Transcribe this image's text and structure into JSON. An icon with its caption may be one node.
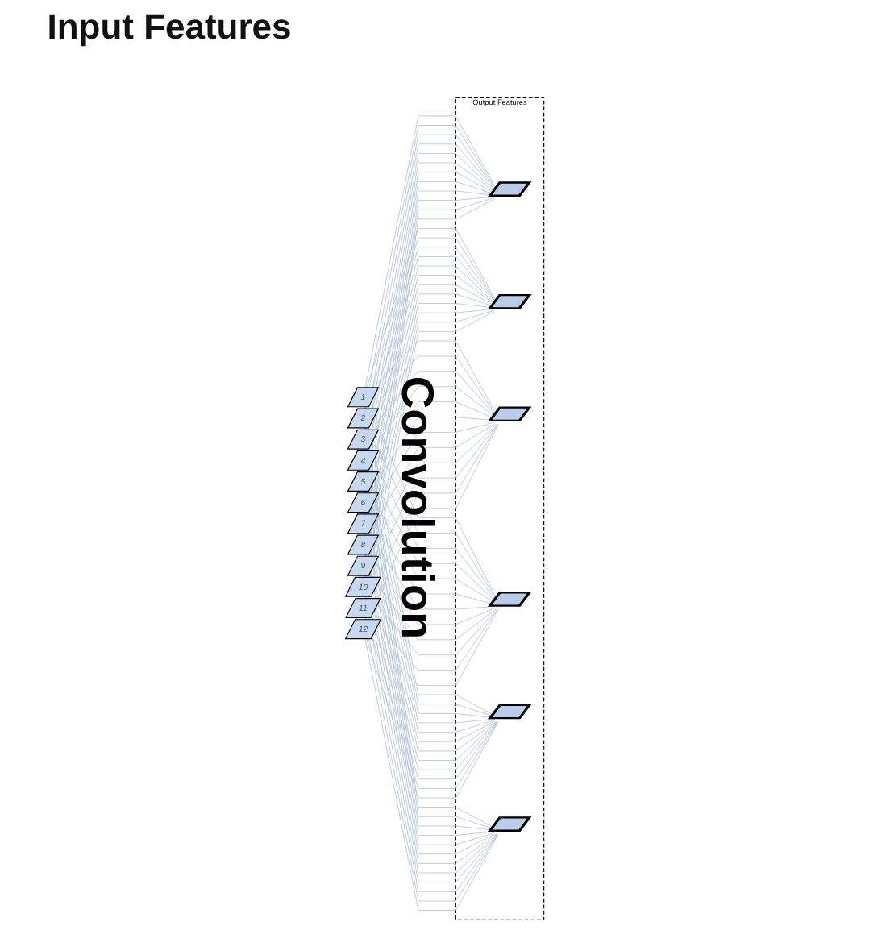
{
  "diagram": {
    "nodes": [
      {
        "text": [
          "1"
        ]
      },
      {
        "text": [
          "2"
        ]
      },
      {
        "text": [
          "3"
        ]
      },
      {
        "text": [
          "4"
        ]
      },
      {
        "text": [
          "5"
        ]
      },
      {
        "text": [
          "6"
        ]
      },
      {
        "text": [
          "7"
        ]
      },
      {
        "text": [
          "8"
        ]
      },
      {
        "text": [
          "9"
        ]
      },
      {
        "text": [
          "10"
        ]
      },
      {
        "text": [
          "11"
        ]
      },
      {
        "text": [
          "12"
        ]
      },
      {
        "text": [
          "Output Features"
        ]
      },
      {
        "text": [],
        "shape": "parallelogram",
        "in": 12
      },
      {
        "text": [],
        "shape": "parallelogram",
        "in": 12
      },
      {
        "text": [],
        "shape": "parallelogram",
        "in": 12
      },
      {
        "text": [],
        "shape": "parallelogram",
        "in": 12
      },
      {
        "text": [],
        "shape": "parallelogram",
        "in": 12
      },
      {
        "text": [],
        "shape": "parallelogram",
        "in": 12
      }
    ],
    "edges": [
      {
        "from": 0,
        "to": 13,
        "arrow": "none"
      },
      {
        "from": 0,
        "to": 14,
        "arrow": "none"
      },
      {
        "from": 0,
        "to": 15,
        "arrow": "none"
      },
      {
        "from": 0,
        "to": 16,
        "arrow": "none"
      },
      {
        "from": 0,
        "to": 17,
        "arrow": "none"
      },
      {
        "from": 0,
        "to": 18,
        "arrow": "none"
      },
      {
        "from": 1,
        "to": 13,
        "arrow": "none"
      },
      {
        "from": 1,
        "to": 14,
        "arrow": "none"
      },
      {
        "from": 1,
        "to": 15,
        "arrow": "none"
      },
      {
        "from": 1,
        "to": 16,
        "arrow": "none"
      },
      {
        "from": 1,
        "to": 17,
        "arrow": "none"
      },
      {
        "from": 1,
        "to": 18,
        "arrow": "none"
      },
      {
        "from": 2,
        "to": 13,
        "arrow": "none"
      },
      {
        "from": 2,
        "to": 14,
        "arrow": "none"
      },
      {
        "from": 2,
        "to": 15,
        "arrow": "none"
      },
      {
        "from": 2,
        "to": 16,
        "arrow": "none"
      },
      {
        "from": 2,
        "to": 17,
        "arrow": "none"
      },
      {
        "from": 2,
        "to": 18,
        "arrow": "none"
      },
      {
        "from": 3,
        "to": 13,
        "arrow": "none"
      },
      {
        "from": 3,
        "to": 14,
        "arrow": "none"
      },
      {
        "from": 3,
        "to": 15,
        "arrow": "none"
      },
      {
        "from": 3,
        "to": 16,
        "arrow": "none"
      },
      {
        "from": 3,
        "to": 17,
        "arrow": "none"
      },
      {
        "from": 3,
        "to": 18,
        "arrow": "none"
      },
      {
        "from": 4,
        "to": 13,
        "arrow": "none"
      },
      {
        "from": 4,
        "to": 14,
        "arrow": "none"
      },
      {
        "from": 4,
        "to": 15,
        "arrow": "none"
      },
      {
        "from": 4,
        "to": 16,
        "arrow": "none"
      },
      {
        "from": 4,
        "to": 17,
        "arrow": "none"
      },
      {
        "from": 4,
        "to": 18,
        "arrow": "none"
      },
      {
        "from": 5,
        "to": 13,
        "arrow": "none"
      },
      {
        "from": 5,
        "to": 14,
        "arrow": "none"
      },
      {
        "from": 5,
        "to": 15,
        "arrow": "none"
      },
      {
        "from": 5,
        "to": 16,
        "arrow": "none"
      },
      {
        "from": 5,
        "to": 17,
        "arrow": "none"
      },
      {
        "from": 5,
        "to": 18,
        "arrow": "none"
      },
      {
        "from": 6,
        "to": 13,
        "arrow": "none"
      },
      {
        "from": 6,
        "to": 14,
        "arrow": "none"
      },
      {
        "from": 6,
        "to": 15,
        "arrow": "none"
      },
      {
        "from": 6,
        "to": 16,
        "arrow": "none"
      },
      {
        "from": 6,
        "to": 17,
        "arrow": "none"
      },
      {
        "from": 6,
        "to": 18,
        "arrow": "none"
      },
      {
        "from": 7,
        "to": 13,
        "arrow": "none"
      },
      {
        "from": 7,
        "to": 14,
        "arrow": "none"
      },
      {
        "from": 7,
        "to": 15,
        "arrow": "none"
      },
      {
        "from": 7,
        "to": 16,
        "arrow": "none"
      },
      {
        "from": 7,
        "to": 17,
        "arrow": "none"
      },
      {
        "from": 7,
        "to": 18,
        "arrow": "none"
      },
      {
        "from": 8,
        "to": 13,
        "arrow": "none"
      },
      {
        "from": 8,
        "to": 14,
        "arrow": "none"
      },
      {
        "from": 8,
        "to": 15,
        "arrow": "none"
      },
      {
        "from": 8,
        "to": 16,
        "arrow": "none"
      },
      {
        "from": 8,
        "to": 17,
        "arrow": "none"
      },
      {
        "from": 8,
        "to": 18,
        "arrow": "none"
      },
      {
        "from": 9,
        "to": 13,
        "arrow": "none"
      },
      {
        "from": 9,
        "to": 14,
        "arrow": "none"
      },
      {
        "from": 9,
        "to": 15,
        "arrow": "none"
      },
      {
        "from": 9,
        "to": 16,
        "arrow": "none"
      },
      {
        "from": 9,
        "to": 17,
        "arrow": "none"
      },
      {
        "from": 9,
        "to": 18,
        "arrow": "none"
      },
      {
        "from": 10,
        "to": 13,
        "arrow": "none"
      },
      {
        "from": 10,
        "to": 14,
        "arrow": "none"
      },
      {
        "from": 10,
        "to": 15,
        "arrow": "none"
      },
      {
        "from": 10,
        "to": 16,
        "arrow": "none"
      },
      {
        "from": 10,
        "to": 17,
        "arrow": "none"
      },
      {
        "from": 10,
        "to": 18,
        "arrow": "none"
      },
      {
        "from": 11,
        "to": 13,
        "arrow": "none"
      },
      {
        "from": 11,
        "to": 14,
        "arrow": "none"
      },
      {
        "from": 11,
        "to": 15,
        "arrow": "none"
      },
      {
        "from": 11,
        "to": 16,
        "arrow": "none"
      },
      {
        "from": 11,
        "to": 17,
        "arrow": "none"
      },
      {
        "from": 11,
        "to": 18,
        "arrow": "none"
      }
    ],
    "labels": [
      "Input Features",
      "Convolution"
    ]
  }
}
